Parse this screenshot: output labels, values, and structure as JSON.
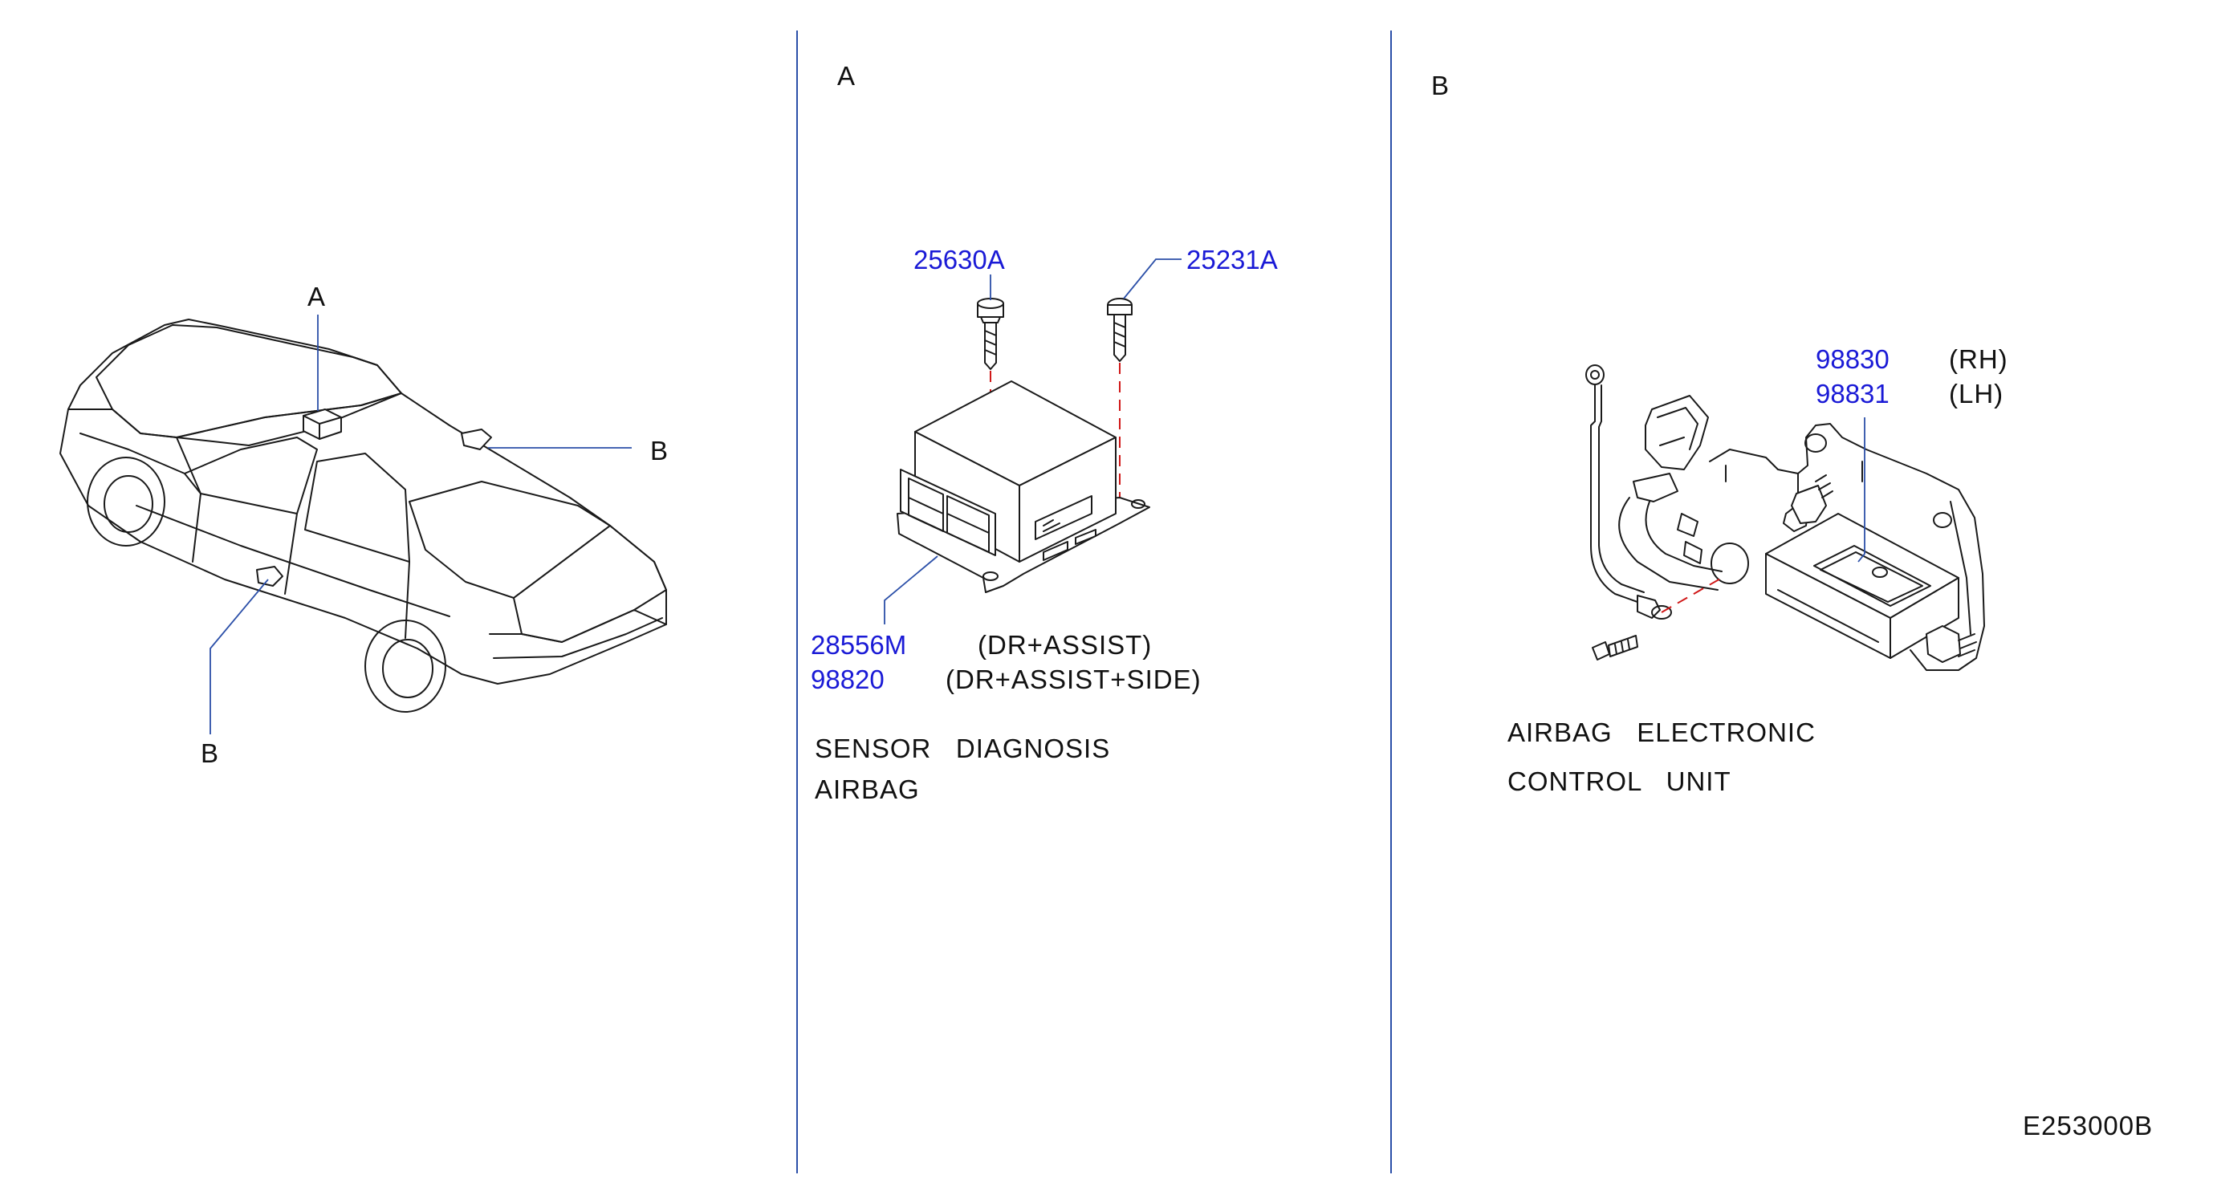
{
  "panels": {
    "overview": {
      "callout_a": "A",
      "callout_b_top": "B",
      "callout_b_bottom": "B"
    },
    "sensor": {
      "heading": "A",
      "bolt_left_part": "25630A",
      "bolt_right_part": "25231A",
      "unit_part_1": "28556M",
      "unit_part_1_desc": "(DR+ASSIST)",
      "unit_part_2": "98820",
      "unit_part_2_desc": "(DR+ASSIST+SIDE)",
      "caption_line_1": "SENSOR   DIAGNOSIS",
      "caption_line_2": "AIRBAG"
    },
    "control_unit": {
      "heading": "B",
      "part_rh": "98830",
      "part_rh_desc": "(RH)",
      "part_lh": "98831",
      "part_lh_desc": "(LH)",
      "caption_line_1": "AIRBAG   ELECTRONIC",
      "caption_line_2": "CONTROL   UNIT"
    }
  },
  "figure_code": "E253000B",
  "colors": {
    "part_number": "#1a1ad6",
    "leader_line": "#2b4fa8",
    "divider": "#2b4fa8",
    "dashed_guide": "#d01818",
    "line_art": "#1a1a1a"
  }
}
